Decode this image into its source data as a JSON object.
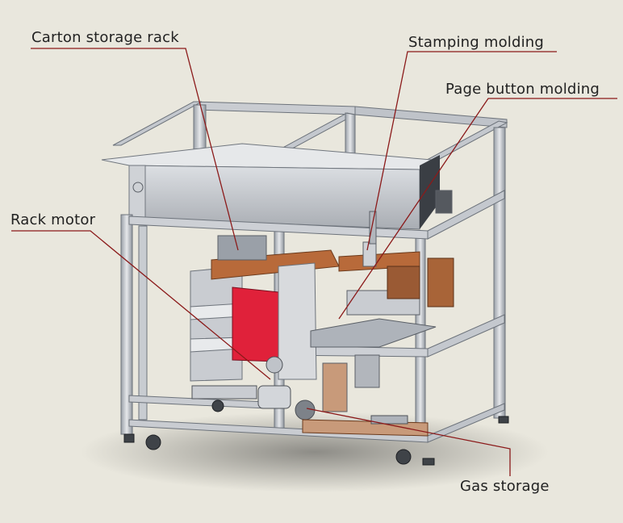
{
  "labels": {
    "carton_storage_rack": "Carton storage rack",
    "stamping_molding": "Stamping molding",
    "page_button_molding": "Page button molding",
    "rack_motor": "Rack motor",
    "gas_storage": "Gas storage"
  },
  "colors": {
    "background": "#e9e7dd",
    "frame": "#b9bec6",
    "leader_line": "#8b1a1a",
    "accent_red": "#e0213a",
    "carton_brown": "#b86a3a"
  }
}
